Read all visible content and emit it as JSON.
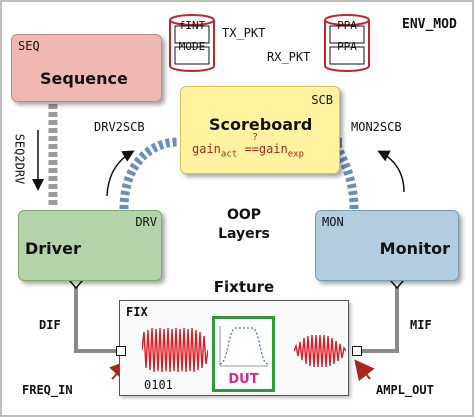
{
  "corner_label": "ENV_MOD",
  "cylinders": {
    "tx_group": {
      "top": "fINT",
      "bottom": "MODE",
      "label": "TX_PKT"
    },
    "rx_group": {
      "top": "PPA",
      "bottom": "PPA",
      "label": "RX_PKT"
    }
  },
  "sequencer": {
    "tag": "SEQ",
    "title": "Sequence"
  },
  "scoreboard": {
    "tag": "SCB",
    "title": "Scoreboard",
    "formula": {
      "question": "?",
      "lhs": "gain",
      "lhs_sub": "act",
      "op": "==",
      "rhs": "gain",
      "rhs_sub": "exp"
    }
  },
  "driver": {
    "tag": "DRV",
    "title": "Driver"
  },
  "monitor": {
    "tag": "MON",
    "title": "Monitor"
  },
  "connections": {
    "seq_to_drv": "SEQ2DRV",
    "drv_to_scb": "DRV2SCB",
    "mon_to_scb": "MON2SCB"
  },
  "center_label": {
    "line1": "OOP",
    "line2": "Layers"
  },
  "fixture": {
    "title": "Fixture",
    "tag": "FIX",
    "dut": "DUT",
    "bits": "0101"
  },
  "interfaces": {
    "driver": "DIF",
    "monitor": "MIF"
  },
  "ports": {
    "input": "FREQ_IN",
    "output": "AMPL_OUT"
  },
  "colors": {
    "seq": "#efb9b1",
    "scb": "#fff3a0",
    "drv": "#b2d4a8",
    "mon": "#b2cde0",
    "dut_border": "#2e9b3a",
    "dut_text": "#e0248a",
    "signal": "#e01b24",
    "cylinder": "#c0262b",
    "connector": "#6a8ec2",
    "arrow_red": "#a8281a"
  }
}
